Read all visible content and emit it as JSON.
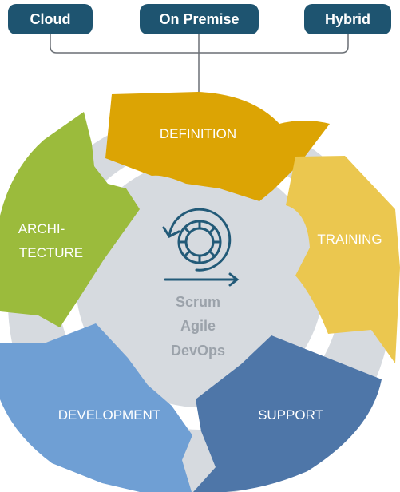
{
  "deployment_options": {
    "cloud": "Cloud",
    "on_premise": "On Premise",
    "hybrid": "Hybrid"
  },
  "cycle": {
    "definition": "DEFINITION",
    "training": "TRAINING",
    "support": "SUPPORT",
    "development": "DEVELOPMENT",
    "architecture_line1": "ARCHI-",
    "architecture_line2": "TECTURE"
  },
  "center": {
    "icon": "cycle-refresh-icon",
    "methods": [
      "Scrum",
      "Agile",
      "DevOps"
    ]
  },
  "colors": {
    "pill": "#1e5470",
    "definition": "#dca404",
    "training": "#ebc74f",
    "support": "#4e76a8",
    "development": "#6f9fd4",
    "architecture": "#9bbb3c",
    "center_disc": "#d6dadf",
    "icon": "#225a78",
    "center_text": "#9ba2aa"
  }
}
